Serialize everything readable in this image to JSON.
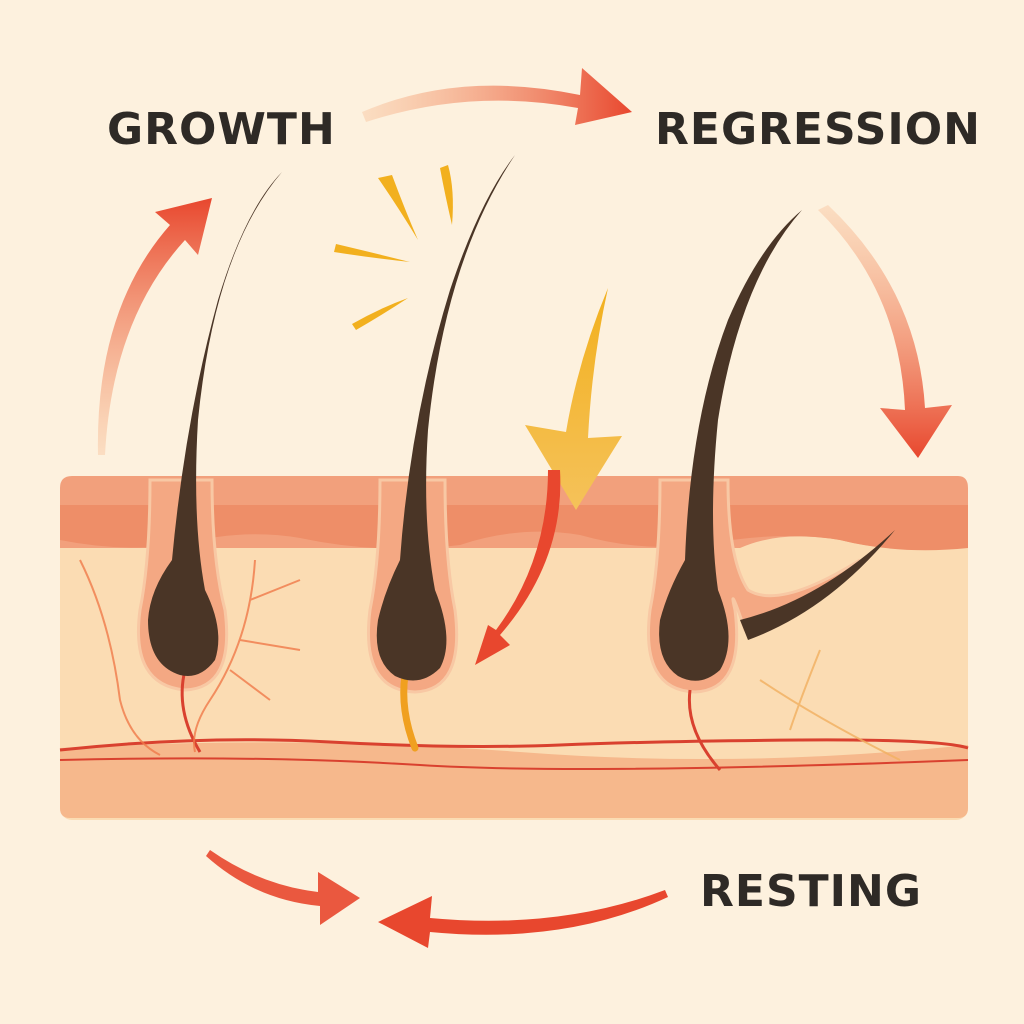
{
  "labels": {
    "growth": "GROWTH",
    "regression": "REGRESSION",
    "resting": "RESTING"
  },
  "colors": {
    "background": "#fdf1de",
    "arrow": "#e8472e",
    "hair": "#4a3526",
    "epidermis": "#f2a07c",
    "dermis": "#fbdcb3",
    "subcutis": "#f6b88c",
    "vessel": "#d9412f",
    "spark": "#f2b01e"
  }
}
